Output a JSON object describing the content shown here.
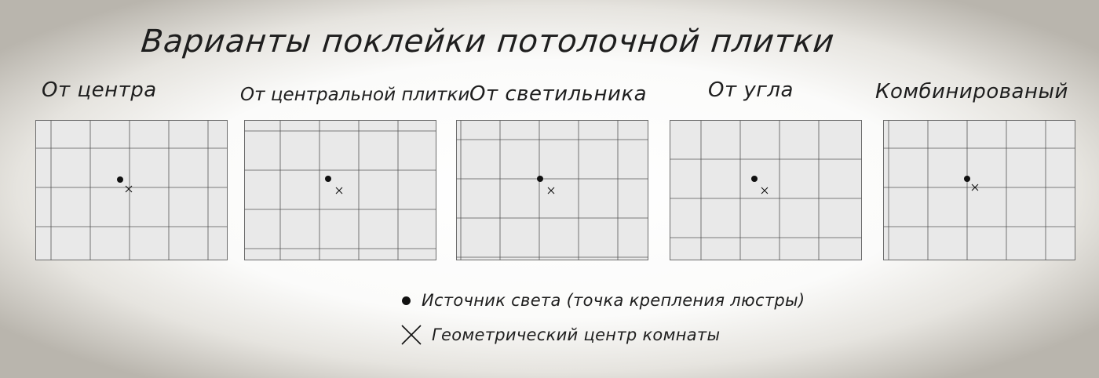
{
  "title": "Варианты поклейки потолочной плитки",
  "panels": [
    {
      "id": "center",
      "label": "От центра"
    },
    {
      "id": "center-tile",
      "label": "От центральной плитки"
    },
    {
      "id": "lamp",
      "label": "От светильника"
    },
    {
      "id": "corner",
      "label": "От угла"
    },
    {
      "id": "combined",
      "label": "Комбинированый"
    }
  ],
  "legend": {
    "light_source": "Источник света (точка крепления люстры)",
    "room_center": "Геометрический центр комнаты"
  },
  "colors": {
    "tile_fill": "#e9e9e9",
    "grid_line": "#555555",
    "border": "#6d6d6d",
    "marker": "#111111"
  }
}
